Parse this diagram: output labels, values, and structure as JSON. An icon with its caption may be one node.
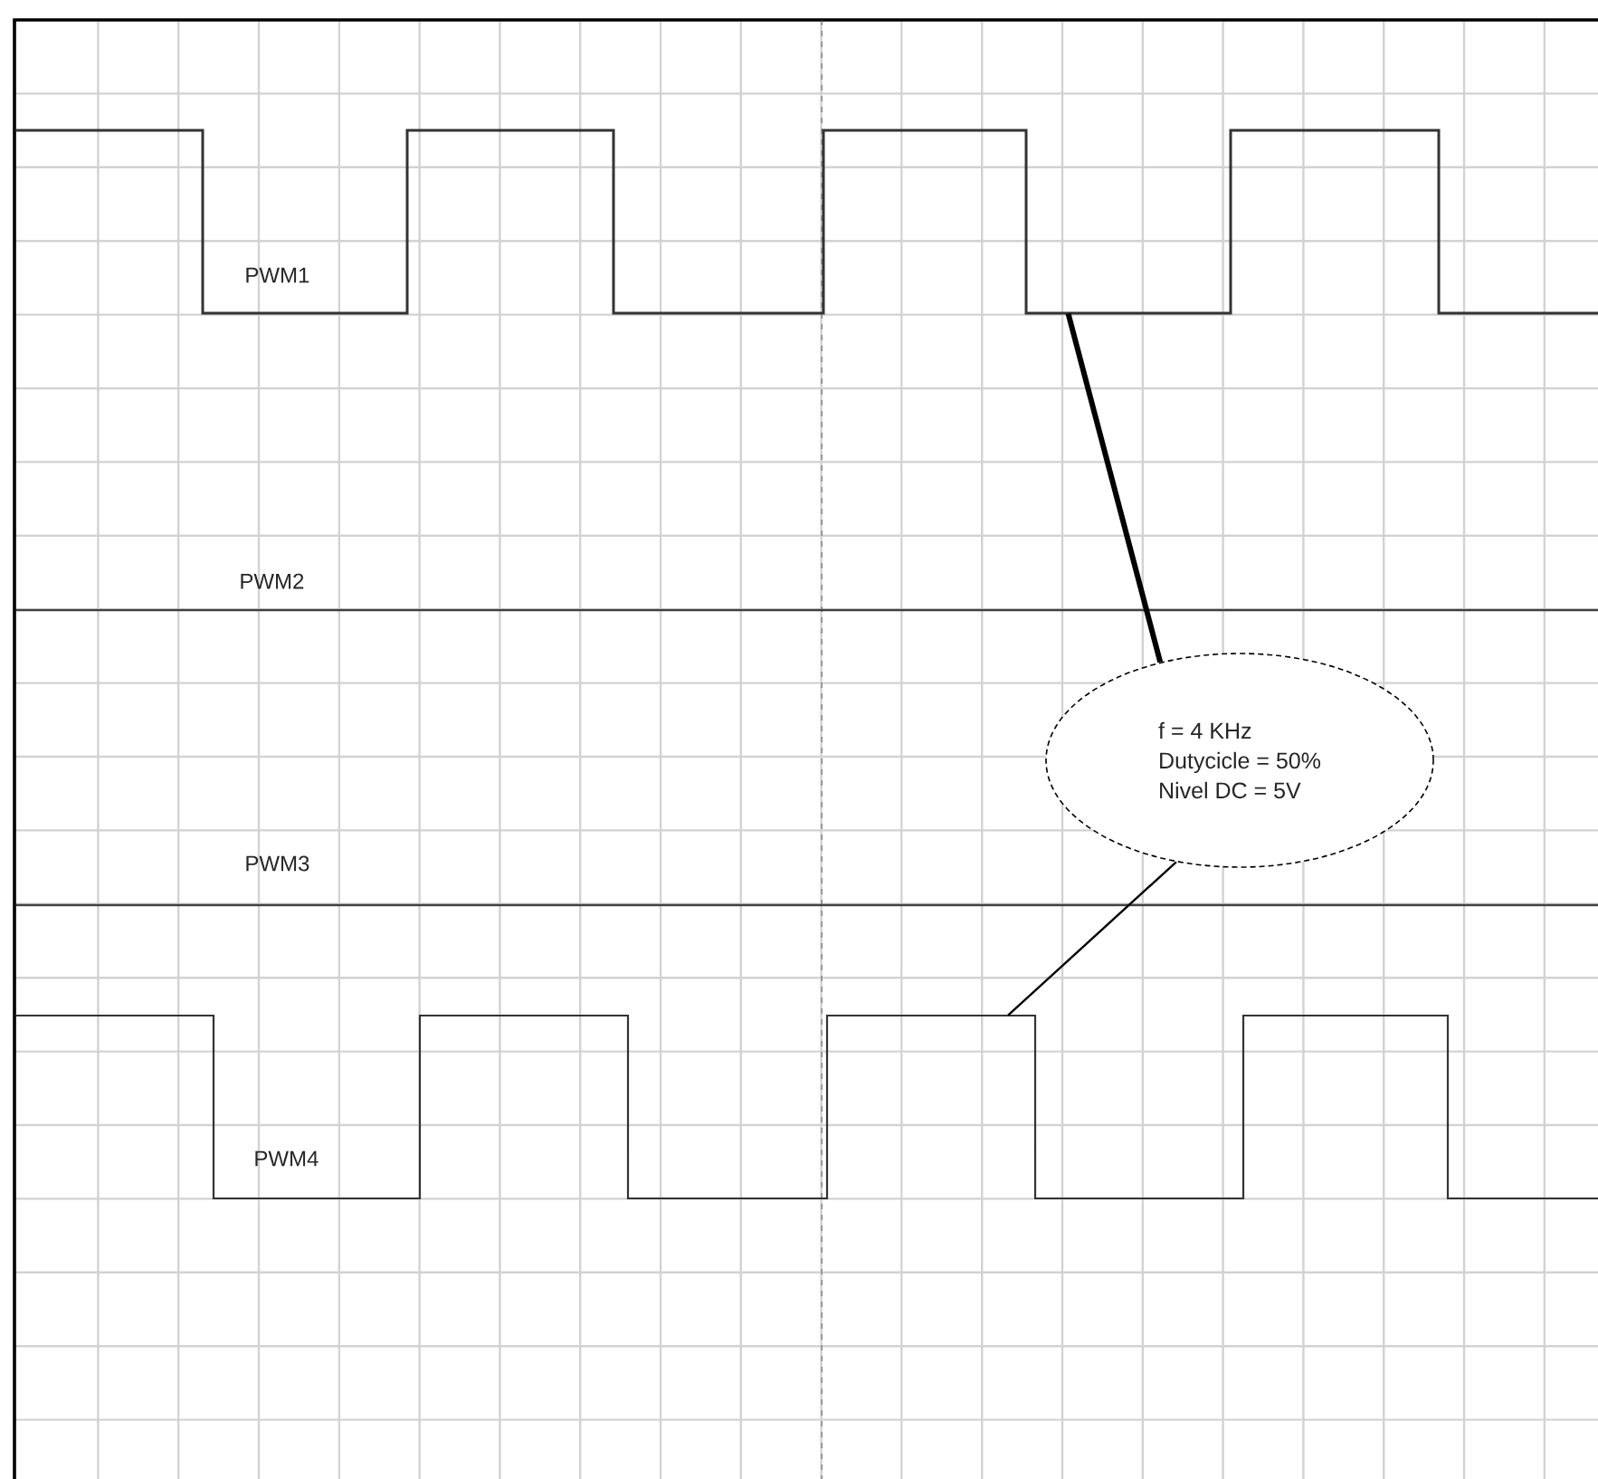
{
  "diagram": {
    "nodes": [
      {
        "text": [
          "f = 4 KHz",
          "Dutycicle = 50%",
          "Nivel DC = 5V"
        ]
      },
      {
        "text": [],
        "shape": "waveform"
      },
      {
        "text": [],
        "shape": "waveform"
      }
    ],
    "edges": [
      {
        "from": 0,
        "to": 1,
        "arrow": "none",
        "style": "thick"
      },
      {
        "from": 0,
        "to": 2,
        "arrow": "none"
      }
    ],
    "labels": [
      "PWM1",
      "PWM2",
      "PWM3",
      "PWM4"
    ]
  }
}
